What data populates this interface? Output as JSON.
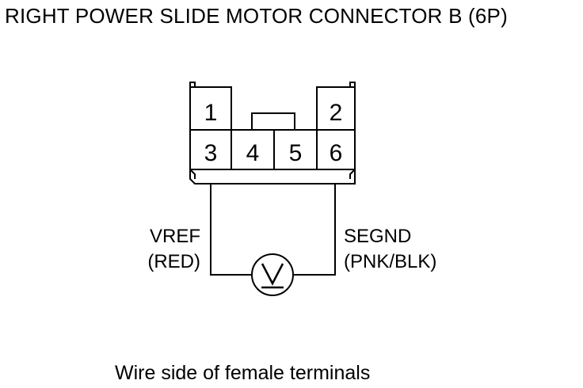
{
  "title": "RIGHT POWER SLIDE MOTOR CONNECTOR B (6P)",
  "connector": {
    "terminals": [
      "1",
      "2",
      "3",
      "4",
      "5",
      "6"
    ]
  },
  "meter": {
    "symbol": "V"
  },
  "wires": {
    "left": {
      "name": "VREF",
      "color": "(RED)"
    },
    "right": {
      "name": "SEGND",
      "color": "(PNK/BLK)"
    }
  },
  "caption": "Wire side of female terminals"
}
